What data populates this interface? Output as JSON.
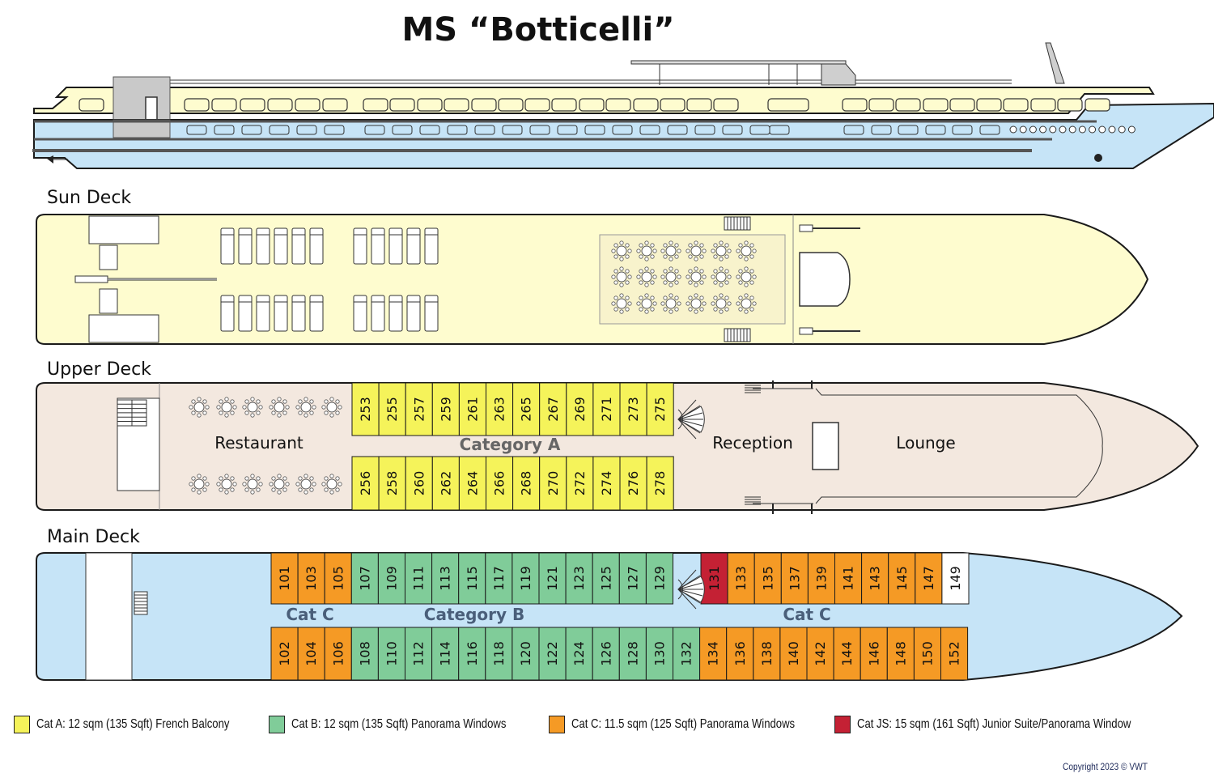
{
  "title": "MS “Botticelli”",
  "colors": {
    "cat_a": "#f5f35a",
    "cat_b": "#80cc99",
    "cat_c": "#f59a25",
    "cat_js": "#c42134",
    "sun_deck": "#fefccf",
    "upper_deck": "#f3e8df",
    "main_deck": "#c6e4f7",
    "outline": "#1a1a1a"
  },
  "decks": {
    "sun": {
      "label": "Sun Deck"
    },
    "upper": {
      "label": "Upper Deck",
      "areas": {
        "restaurant": "Restaurant",
        "category": "Category A",
        "reception": "Reception",
        "lounge": "Lounge"
      },
      "cabins_top": [
        "253",
        "255",
        "257",
        "259",
        "261",
        "263",
        "265",
        "267",
        "269",
        "271",
        "273",
        "275"
      ],
      "cabins_bottom": [
        "256",
        "258",
        "260",
        "262",
        "264",
        "266",
        "268",
        "270",
        "272",
        "274",
        "276",
        "278"
      ]
    },
    "main": {
      "label": "Main Deck",
      "areas": {
        "cat_c_left": "Cat C",
        "category_b": "Category B",
        "cat_c_right": "Cat C"
      },
      "cabins_top": [
        {
          "n": "101",
          "c": "C"
        },
        {
          "n": "103",
          "c": "C"
        },
        {
          "n": "105",
          "c": "C"
        },
        {
          "n": "107",
          "c": "B"
        },
        {
          "n": "109",
          "c": "B"
        },
        {
          "n": "111",
          "c": "B"
        },
        {
          "n": "113",
          "c": "B"
        },
        {
          "n": "115",
          "c": "B"
        },
        {
          "n": "117",
          "c": "B"
        },
        {
          "n": "119",
          "c": "B"
        },
        {
          "n": "121",
          "c": "B"
        },
        {
          "n": "123",
          "c": "B"
        },
        {
          "n": "125",
          "c": "B"
        },
        {
          "n": "127",
          "c": "B"
        },
        {
          "n": "129",
          "c": "B"
        },
        {
          "n": "131",
          "c": "JS"
        },
        {
          "n": "133",
          "c": "C"
        },
        {
          "n": "135",
          "c": "C"
        },
        {
          "n": "137",
          "c": "C"
        },
        {
          "n": "139",
          "c": "C"
        },
        {
          "n": "141",
          "c": "C"
        },
        {
          "n": "143",
          "c": "C"
        },
        {
          "n": "145",
          "c": "C"
        },
        {
          "n": "147",
          "c": "C"
        },
        {
          "n": "149",
          "c": "W"
        }
      ],
      "cabins_bottom": [
        {
          "n": "102",
          "c": "C"
        },
        {
          "n": "104",
          "c": "C"
        },
        {
          "n": "106",
          "c": "C"
        },
        {
          "n": "108",
          "c": "B"
        },
        {
          "n": "110",
          "c": "B"
        },
        {
          "n": "112",
          "c": "B"
        },
        {
          "n": "114",
          "c": "B"
        },
        {
          "n": "116",
          "c": "B"
        },
        {
          "n": "118",
          "c": "B"
        },
        {
          "n": "120",
          "c": "B"
        },
        {
          "n": "122",
          "c": "B"
        },
        {
          "n": "124",
          "c": "B"
        },
        {
          "n": "126",
          "c": "B"
        },
        {
          "n": "128",
          "c": "B"
        },
        {
          "n": "130",
          "c": "B"
        },
        {
          "n": "132",
          "c": "B"
        },
        {
          "n": "134",
          "c": "C"
        },
        {
          "n": "136",
          "c": "C"
        },
        {
          "n": "138",
          "c": "C"
        },
        {
          "n": "140",
          "c": "C"
        },
        {
          "n": "142",
          "c": "C"
        },
        {
          "n": "144",
          "c": "C"
        },
        {
          "n": "146",
          "c": "C"
        },
        {
          "n": "148",
          "c": "C"
        },
        {
          "n": "150",
          "c": "C"
        },
        {
          "n": "152",
          "c": "C"
        }
      ]
    }
  },
  "legend": [
    {
      "key": "cat_a",
      "text": "Cat A: 12 sqm (135 Sqft) French Balcony"
    },
    {
      "key": "cat_b",
      "text": "Cat B: 12 sqm (135 Sqft) Panorama Windows"
    },
    {
      "key": "cat_c",
      "text": "Cat C: 11.5 sqm (125 Sqft) Panorama Windows"
    },
    {
      "key": "cat_js",
      "text": "Cat JS: 15 sqm (161 Sqft) Junior Suite/Panorama Window"
    }
  ],
  "copyright": "Copyright 2023 © VWT"
}
